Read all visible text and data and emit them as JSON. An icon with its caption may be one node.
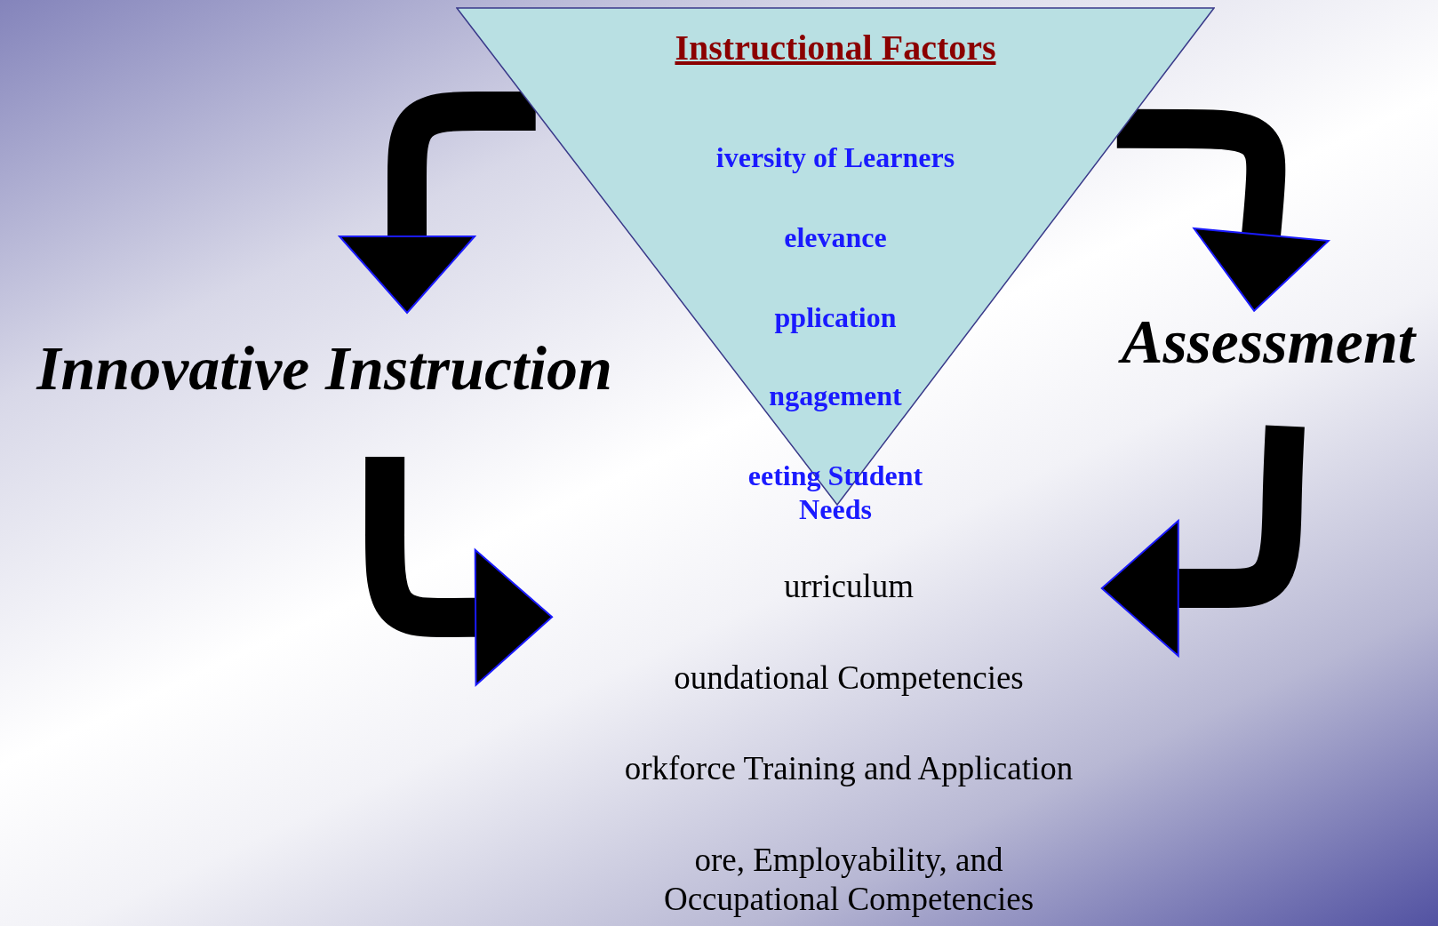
{
  "diagram": {
    "nodes": [
      {
        "text": [
          "Instructional Factors",
          "iversity of Learners",
          "elevance",
          "pplication",
          "ngagement",
          "eeting Student Needs"
        ]
      },
      {
        "text": [
          "Innovative Instruction"
        ]
      },
      {
        "text": [
          "Assessment"
        ]
      },
      {
        "text": [
          "urriculum",
          "oundational Competencies",
          "orkforce Training and Application",
          "ore, Employability, and Occupational Competencies"
        ]
      }
    ],
    "edges": [
      {
        "from": 0,
        "to": 1,
        "arrow": "to"
      },
      {
        "from": 0,
        "to": 2,
        "arrow": "to"
      },
      {
        "from": 1,
        "to": 3,
        "arrow": "to"
      },
      {
        "from": 2,
        "to": 3,
        "arrow": "to"
      }
    ]
  }
}
